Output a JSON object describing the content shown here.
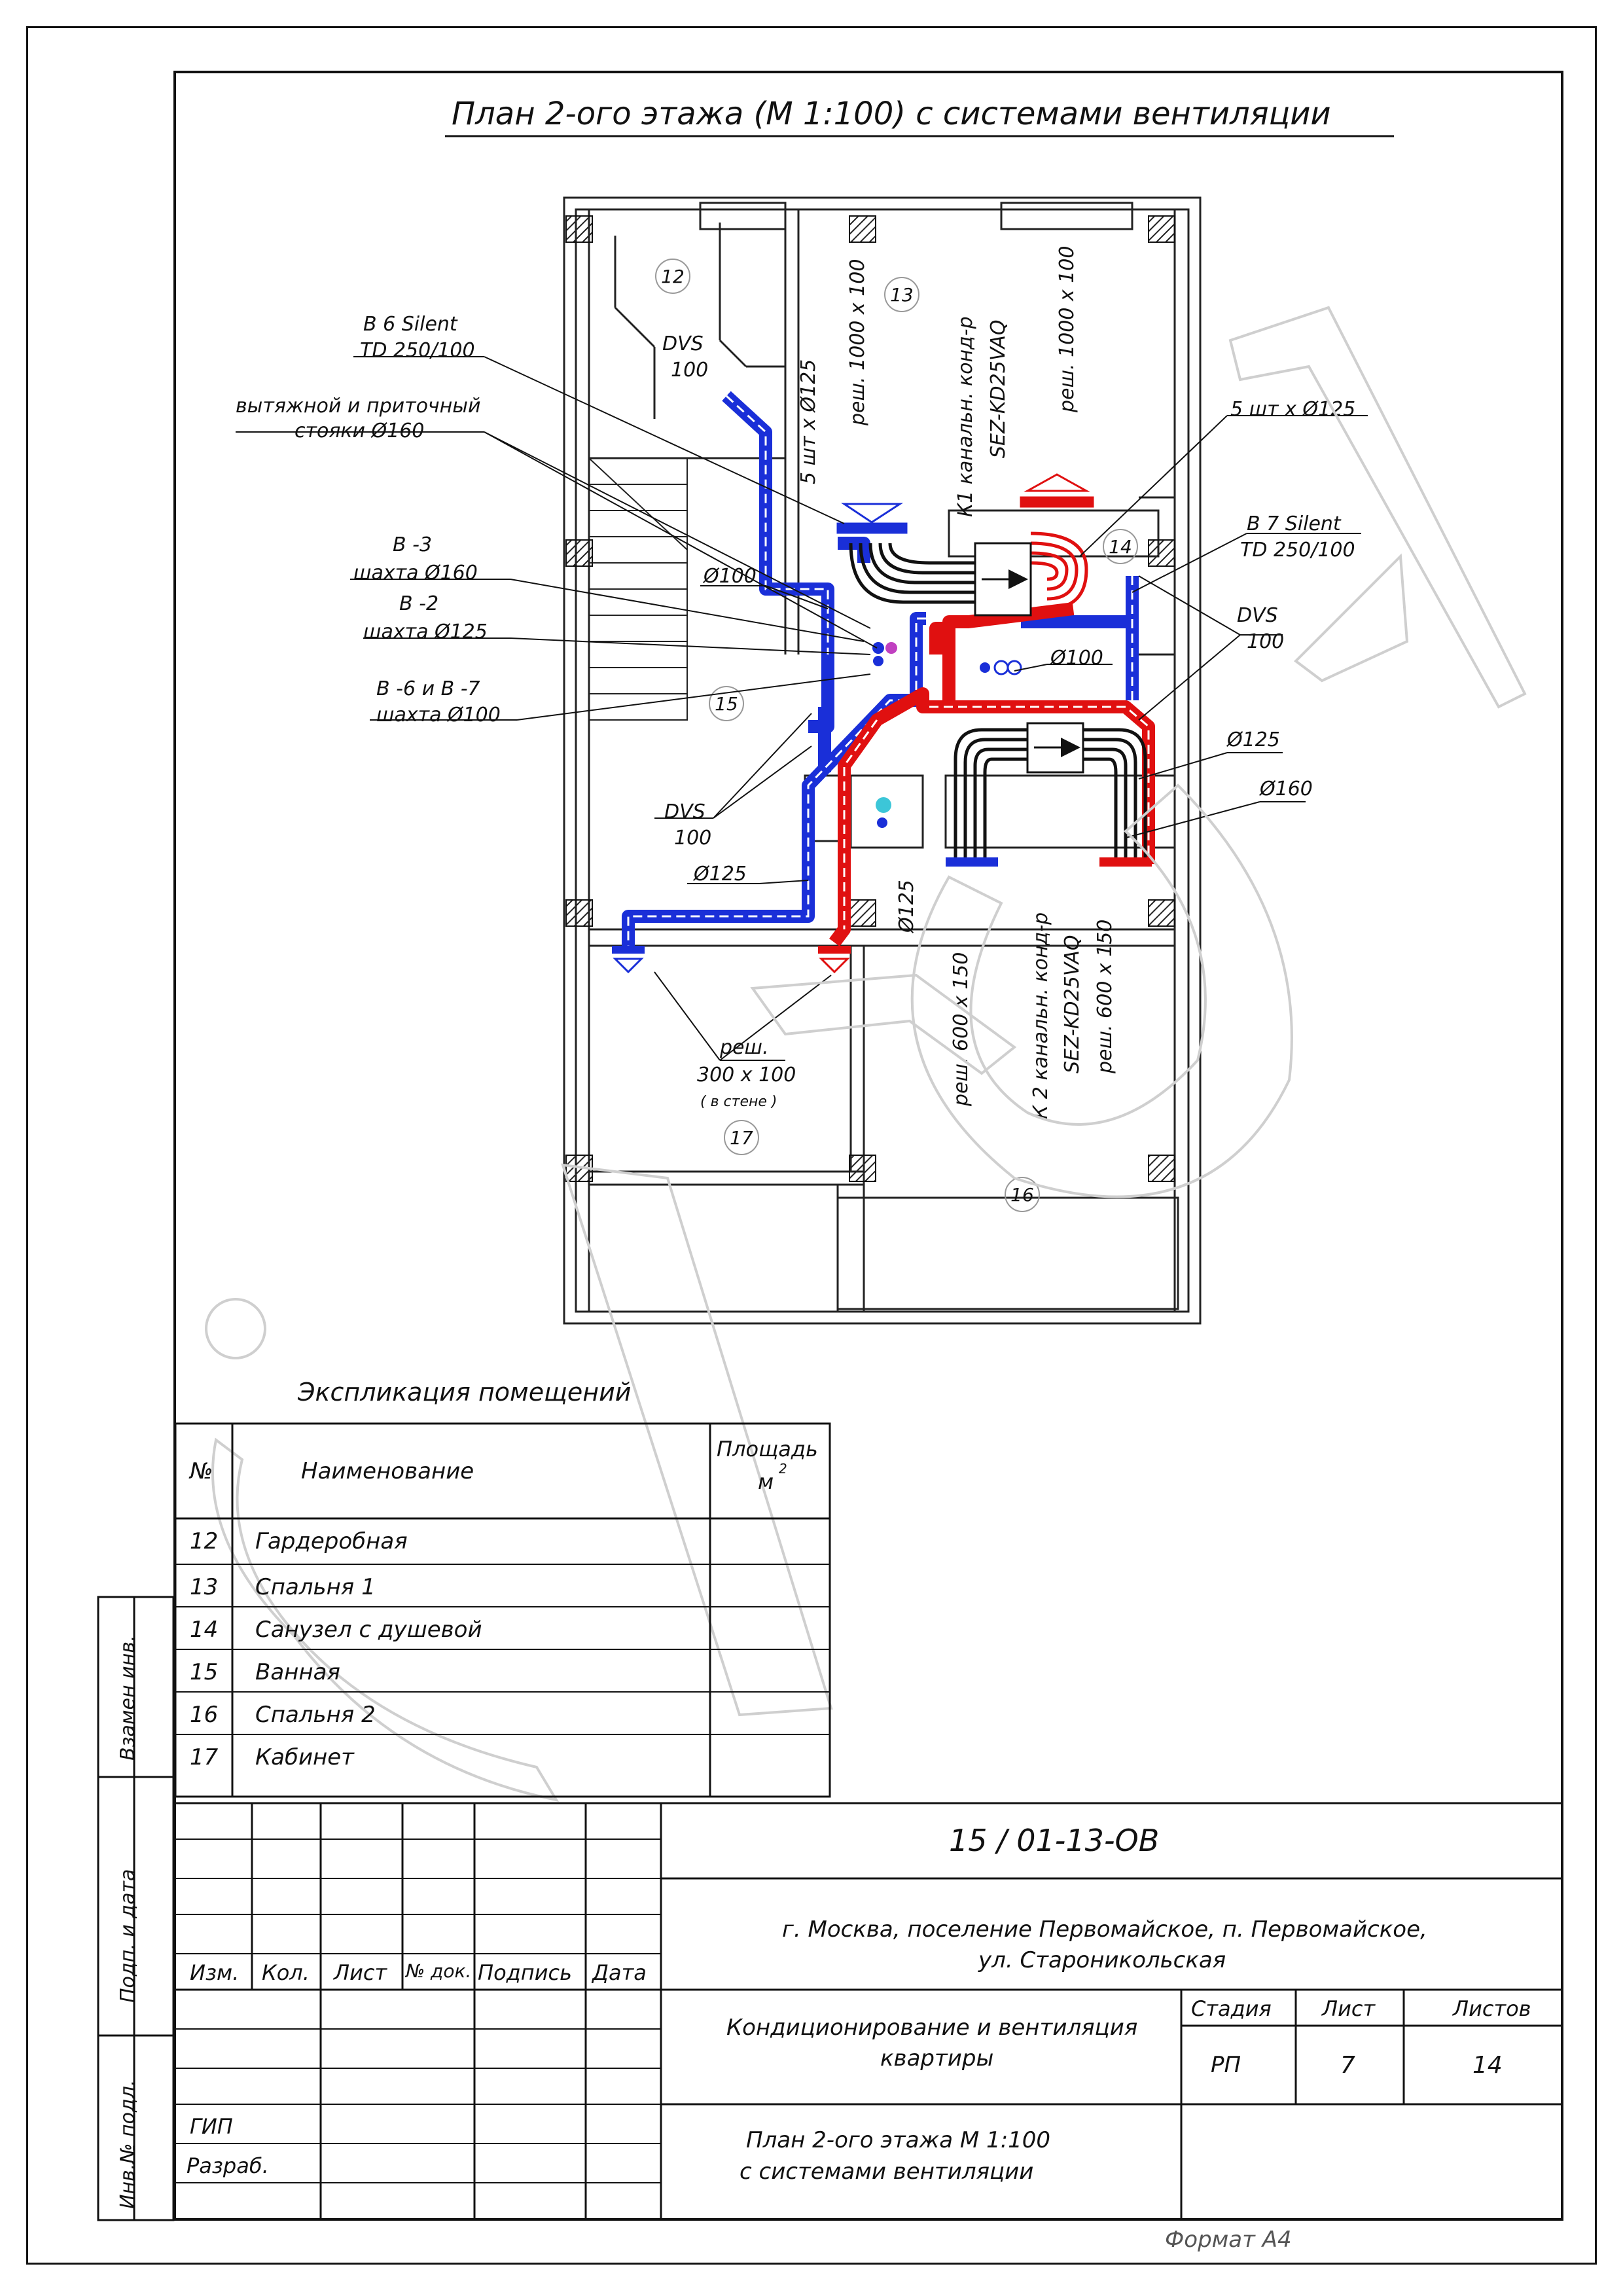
{
  "drawing": {
    "title": "План 2-ого этажа  (М 1:100) с системами вентиляции",
    "format": "Формат А4",
    "room_numbers": [
      "12",
      "13",
      "14",
      "15",
      "16",
      "17"
    ],
    "labels": {
      "b6": "В 6 Silent",
      "b6_td": "TD 250/100",
      "stoyaki": "вытяжной и приточный",
      "stoyaki2": "стояки Ø160",
      "b3": "В -3",
      "b3_shaft": "шахта  Ø160",
      "b2": "В -2",
      "b2_shaft": "шахта  Ø125",
      "b67": "В -6  и В -7",
      "b67_shaft": "шахта  Ø100",
      "dvs1": "DVS",
      "dvs1_size": "100",
      "dvs2": "DVS",
      "dvs2_size": "100",
      "dvs3": "DVS",
      "dvs3_size": "100",
      "d100a": "Ø100",
      "d100b": "Ø100",
      "d125a": "Ø125",
      "d125b": "Ø125",
      "d125c": "Ø125",
      "d160": "Ø160",
      "pcs1": "5 шт  х  Ø125",
      "pcs2": "5 шт  х  Ø125",
      "resh1": "реш.  1000 х 100",
      "resh2": "реш.  1000 х 100",
      "k1a": "К1  канальн. конд-р",
      "k1b": "SEZ-KD25VAQ",
      "b7": "В 7 Silent",
      "b7_td": "TD 250/100",
      "resh3": "реш.",
      "resh3_size": "300 х 100",
      "resh3_note": "( в стене )",
      "resh4": "реш.  600 х 150",
      "resh5": "реш.  600 х 150",
      "k2a": "К 2  канальн. конд-р",
      "k2b": "SEZ-KD25VAQ"
    }
  },
  "explication": {
    "title": "Экспликация помещений",
    "headers": {
      "num": "№",
      "name": "Наименование",
      "area": "Площадь",
      "area_unit": "м"
    },
    "rows": [
      {
        "num": "12",
        "name": "Гардеробная",
        "area": ""
      },
      {
        "num": "13",
        "name": "Спальня 1",
        "area": ""
      },
      {
        "num": "14",
        "name": "Санузел с душевой",
        "area": ""
      },
      {
        "num": "15",
        "name": "Ванная",
        "area": ""
      },
      {
        "num": "16",
        "name": "Спальня 2",
        "area": ""
      },
      {
        "num": "17",
        "name": "Кабинет",
        "area": ""
      }
    ]
  },
  "side_stamp": [
    "Взамен инв.",
    "Подп. и дата",
    "Инв.№ подл."
  ],
  "title_block": {
    "code": "15 / 01-13-ОВ",
    "address1": "г. Москва, поселение Первомайское, п. Первомайское,",
    "address2": "ул. Староникольская",
    "cols": [
      "Изм.",
      "Кол.",
      "Лист",
      "№ док.",
      "Подпись",
      "Дата"
    ],
    "project1": "Кондиционирование и вентиляция",
    "project2": "квартиры",
    "stage_h": "Стадия",
    "sheet_h": "Лист",
    "sheets_h": "Листов",
    "stage": "РП",
    "sheet": "7",
    "sheets": "14",
    "sheet_title1": "План 2-ого этажа  М 1:100",
    "sheet_title2": "с системами   вентиляции",
    "gip": "ГИП",
    "razrab": "Разраб."
  },
  "colors": {
    "supply": "#e01010",
    "exhaust": "#1a2fd8",
    "line": "#111111"
  }
}
